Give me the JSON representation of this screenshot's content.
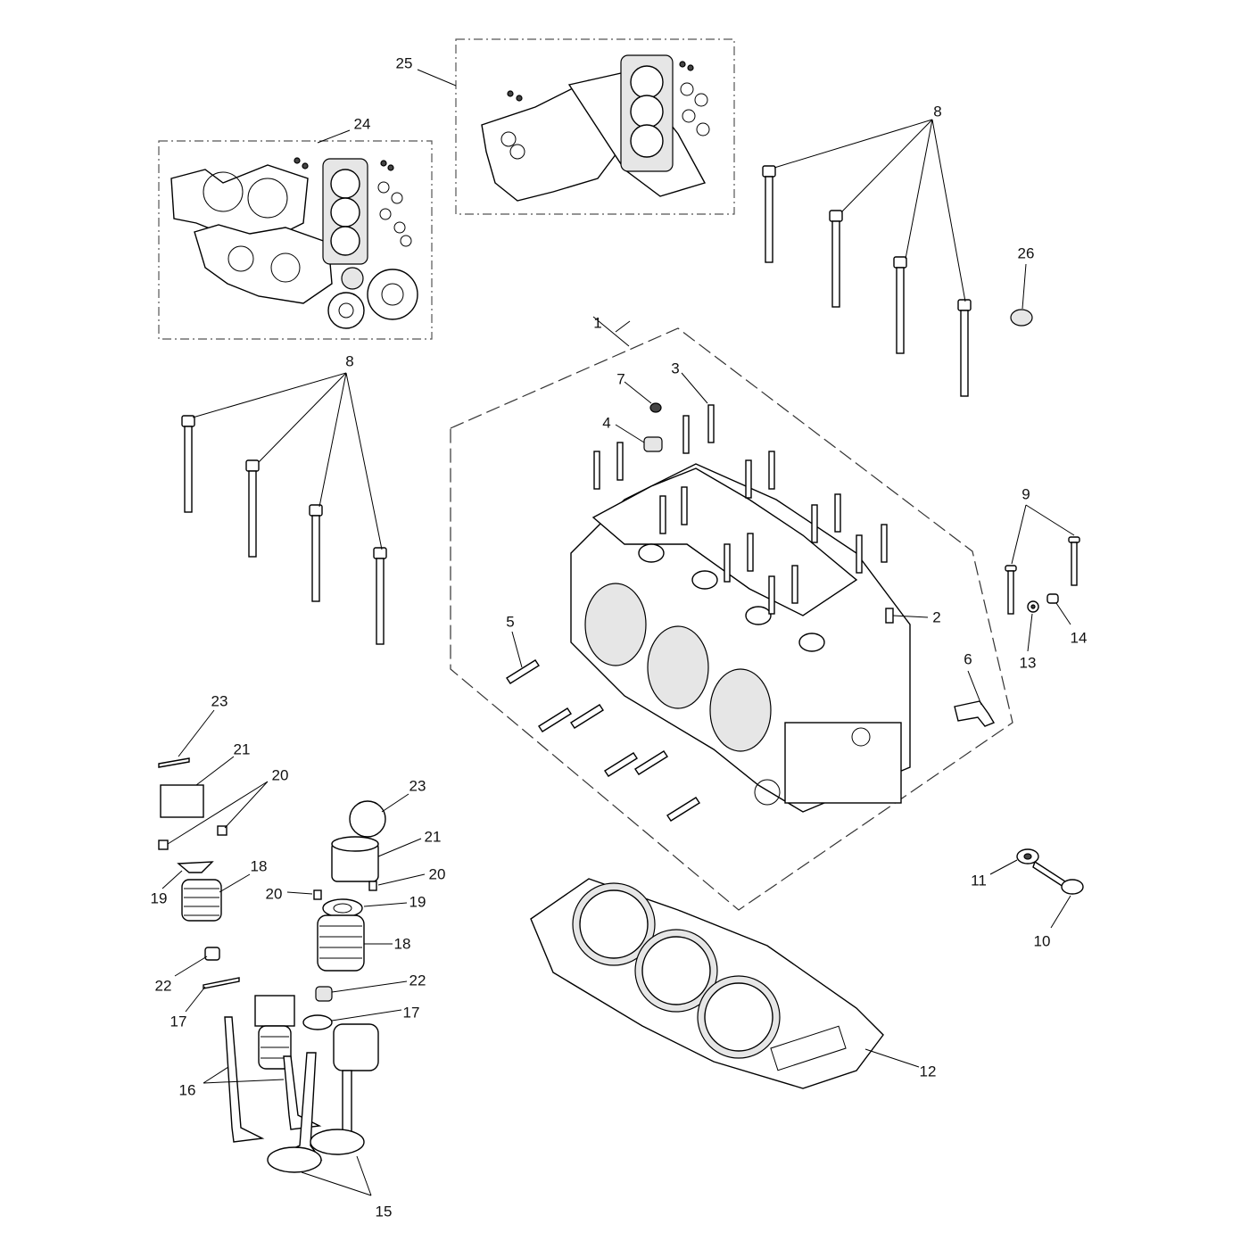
{
  "callouts": {
    "c1": "1",
    "c2": "2",
    "c3": "3",
    "c4": "4",
    "c5": "5",
    "c6": "6",
    "c7": "7",
    "c8a": "8",
    "c8b": "8",
    "c9": "9",
    "c10": "10",
    "c11": "11",
    "c12": "12",
    "c13": "13",
    "c14": "14",
    "c15": "15",
    "c16": "16",
    "c17a": "17",
    "c17b": "17",
    "c18a": "18",
    "c18b": "18",
    "c19a": "19",
    "c19b": "19",
    "c20a": "20",
    "c20b": "20",
    "c20c": "20",
    "c21a": "21",
    "c21b": "21",
    "c22a": "22",
    "c22b": "22",
    "c23a": "23",
    "c23b": "23",
    "c24": "24",
    "c25": "25",
    "c26": "26"
  }
}
